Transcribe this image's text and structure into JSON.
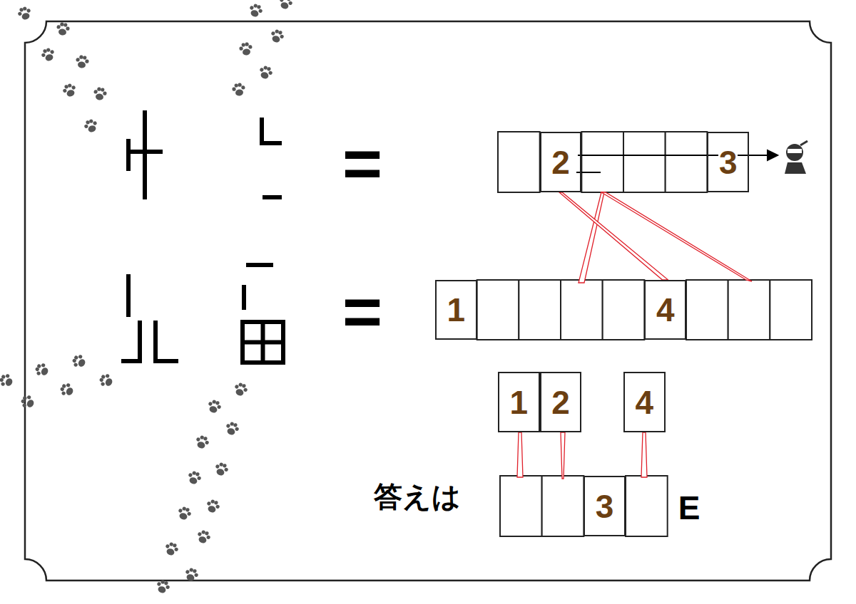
{
  "diagram": {
    "nodes": [
      {
        "text": [
          "2"
        ]
      },
      {
        "text": [
          "3"
        ]
      },
      {
        "text": [
          "1"
        ]
      },
      {
        "text": [
          "4"
        ]
      },
      {
        "text": [
          "1"
        ]
      },
      {
        "text": [
          "2"
        ]
      },
      {
        "text": [
          "4"
        ]
      },
      {
        "text": [
          "3"
        ]
      }
    ],
    "edges": [
      {
        "from": 0,
        "to": 3,
        "arrow": "none"
      }
    ],
    "labels": [
      "=",
      "=",
      "答えは",
      "E"
    ]
  }
}
